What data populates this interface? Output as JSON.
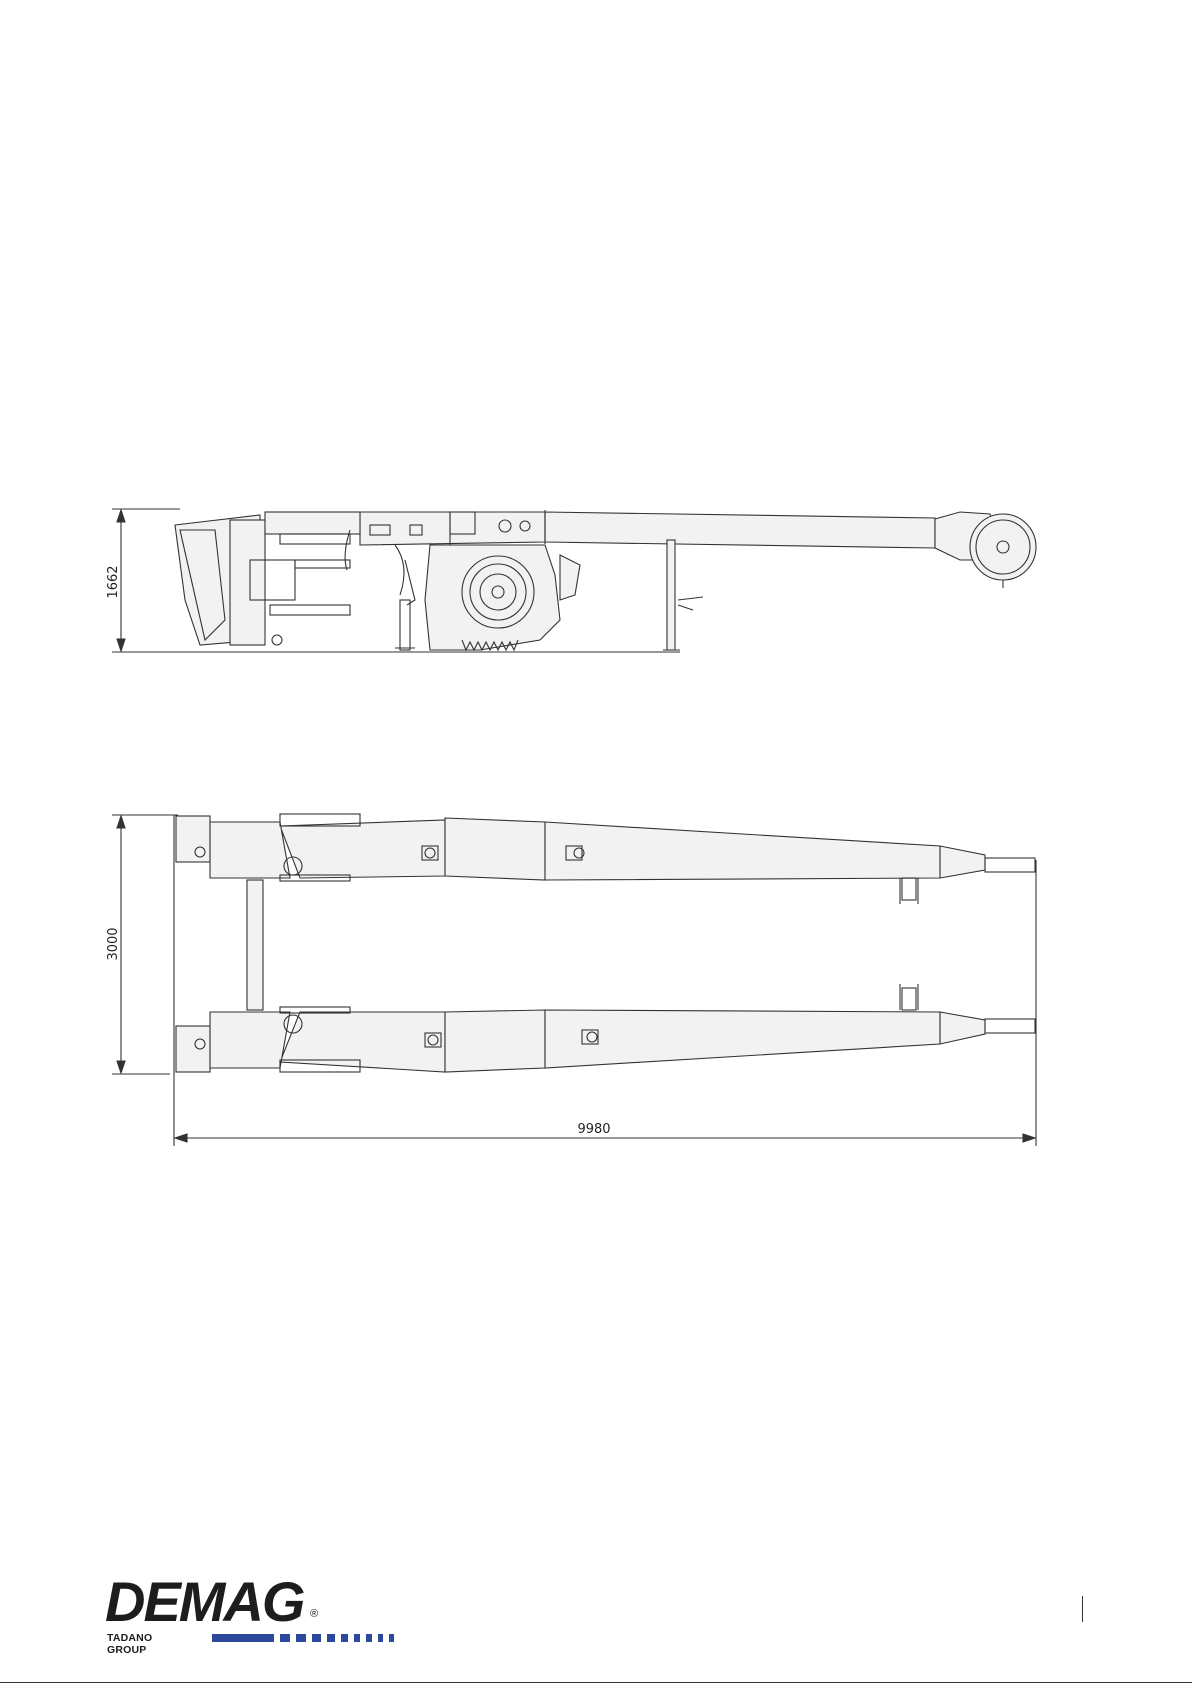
{
  "dimensions": {
    "height_side": "1662",
    "width_top": "3000",
    "length": "9980"
  },
  "logo": {
    "word": "DEMAG",
    "registered": "®",
    "subtitle": "TADANO GROUP"
  },
  "colors": {
    "line": "#333333",
    "fill": "#f2f2f2",
    "brand_blue": "#2b4a9b",
    "logo_dark": "#1d1d1b"
  }
}
